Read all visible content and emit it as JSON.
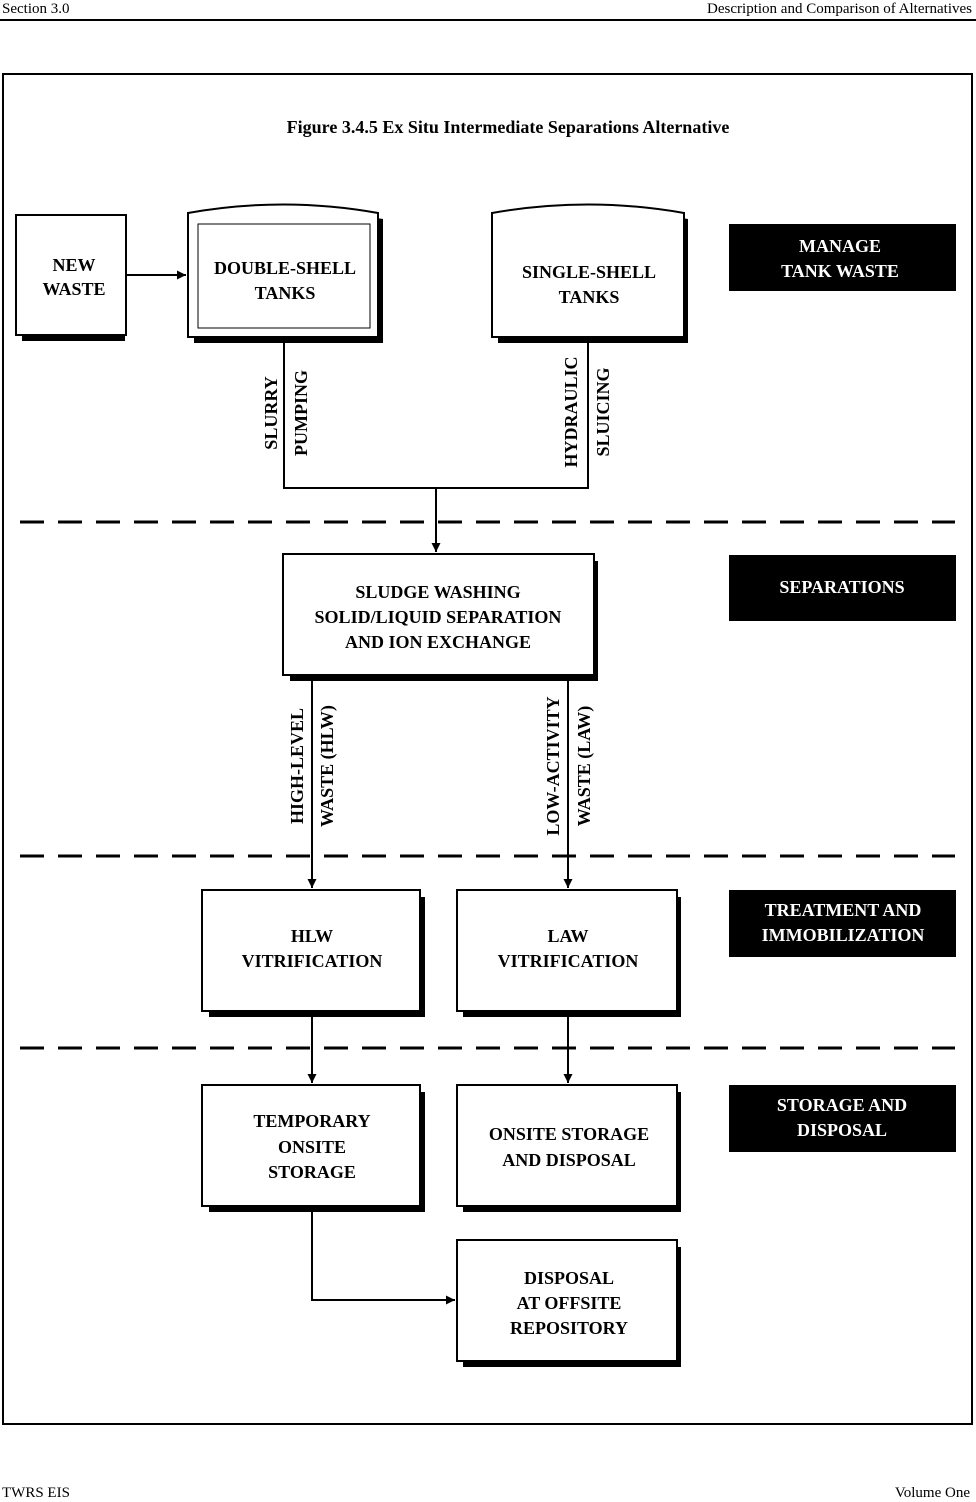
{
  "header": {
    "section": "Section 3.0",
    "chapter": "Description and Comparison of Alternatives"
  },
  "footer": {
    "document": "TWRS EIS",
    "volume": "Volume One"
  },
  "figure": {
    "title": "Figure 3.4.5  Ex Situ Intermediate Separations Alternative"
  },
  "boxes": {
    "new_waste": [
      "NEW",
      "WASTE"
    ],
    "double_shell": [
      "DOUBLE-SHELL",
      "TANKS"
    ],
    "single_shell": [
      "SINGLE-SHELL",
      "TANKS"
    ],
    "separations": [
      "SLUDGE WASHING",
      "SOLID/LIQUID SEPARATION",
      "AND ION EXCHANGE"
    ],
    "hlw_vit": [
      "HLW",
      "VITRIFICATION"
    ],
    "law_vit": [
      "LAW",
      "VITRIFICATION"
    ],
    "temp_storage": [
      "TEMPORARY",
      "ONSITE",
      "STORAGE"
    ],
    "onsite_storage": [
      "ONSITE STORAGE",
      "AND DISPOSAL"
    ],
    "offsite": [
      "DISPOSAL",
      "AT OFFSITE",
      "REPOSITORY"
    ]
  },
  "flow_labels": {
    "slurry": [
      "SLURRY",
      "PUMPING"
    ],
    "hydraulic": [
      "HYDRAULIC",
      "SLUICING"
    ],
    "hlw": [
      "HIGH-LEVEL",
      "WASTE (HLW)"
    ],
    "law": [
      "LOW-ACTIVITY",
      "WASTE (LAW)"
    ]
  },
  "phases": {
    "manage": [
      "MANAGE",
      "TANK WASTE"
    ],
    "separations": [
      "SEPARATIONS"
    ],
    "treatment": [
      "TREATMENT AND",
      "IMMOBILIZATION"
    ],
    "storage": [
      "STORAGE AND",
      "DISPOSAL"
    ]
  }
}
